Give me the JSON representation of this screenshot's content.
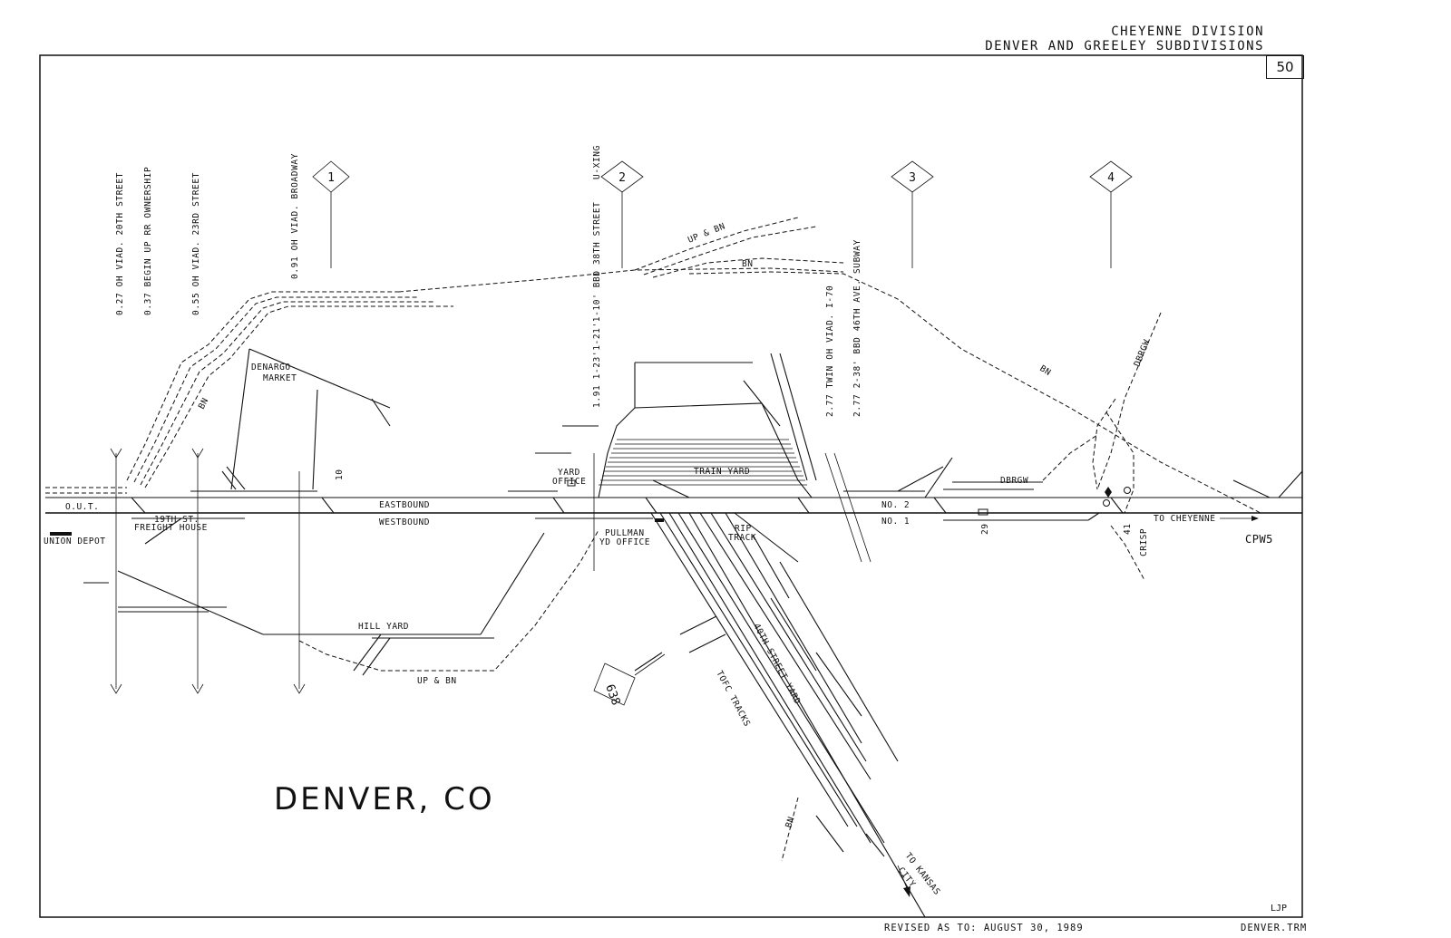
{
  "header": {
    "division": "CHEYENNE DIVISION",
    "subdivisions": "DENVER AND GREELEY SUBDIVISIONS",
    "page_number": "50"
  },
  "footer": {
    "revised": "REVISED AS TO: AUGUST 30, 1989",
    "file": "DENVER.TRM",
    "initials": "LJP"
  },
  "title": "DENVER, CO",
  "mileposts": [
    "0.27 OH VIAD. 20TH STREET",
    "0.37 BEGIN UP RR OWNERSHIP",
    "0.55 OH VIAD. 23RD STREET",
    "0.91 OH VIAD. BROADWAY",
    "1.91 1-23'1-21'1-10' BBD 38TH STREET",
    "U-XING",
    "2.77 TWIN OH VIAD. I-70",
    "2.77 2-38' BBD 46TH AVE. SUBWAY"
  ],
  "markers": [
    "1",
    "2",
    "3",
    "4"
  ],
  "route_badge": "638",
  "labels": {
    "denargo_1": "DENARGO",
    "denargo_2": "MARKET",
    "out": "O.U.T.",
    "union_depot": "UNION DEPOT",
    "freight_1": "19TH ST.",
    "freight_2": "FREIGHT HOUSE",
    "eastbound": "EASTBOUND",
    "westbound": "WESTBOUND",
    "yard_office_1": "YARD",
    "yard_office_2": "OFFICE",
    "pullman_1": "PULLMAN",
    "pullman_2": "YD OFFICE",
    "train_yard": "TRAIN YARD",
    "rip_1": "RIP",
    "rip_2": "TRACK",
    "no2": "NO. 2",
    "no1": "NO. 1",
    "hill_yard": "HILL YARD",
    "up_bn_lower": "UP & BN",
    "up_bn_upper": "UP & BN",
    "bn_top": "BN",
    "bn_left": "BN",
    "bn_right": "BN",
    "bn_lower": "BN",
    "dbrgw_1": "DBRGW",
    "dbrgw_2": "DBRGW",
    "to_cheyenne": "TO CHEYENNE",
    "cpw5": "CPW5",
    "crisp": "CRISP",
    "yard_40th": "40TH STREET YARD",
    "tofc": "TOFC TRACKS",
    "to_kansas_1": "TO KANSAS",
    "to_kansas_2": "CITY",
    "sw_10": "10",
    "sw_29": "29",
    "sw_41": "41"
  }
}
